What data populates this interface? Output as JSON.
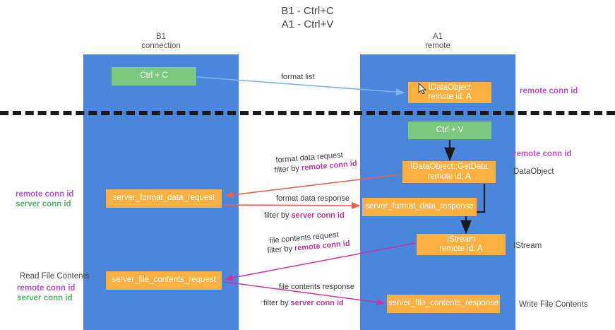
{
  "title": {
    "line1": "B1 - Ctrl+C",
    "line2": "A1 - Ctrl+V"
  },
  "columns": {
    "left": {
      "name": "B1",
      "role": "connection"
    },
    "right": {
      "name": "A1",
      "role": "remote"
    }
  },
  "nodes": {
    "ctrl_c": {
      "label": "Ctrl + C",
      "color": "#7bc97f"
    },
    "idataobject": {
      "line1": "IDataObject",
      "line2": "remote id: A",
      "color": "#fbb040"
    },
    "ctrl_v": {
      "label": "Ctrl + V",
      "color": "#7bc97f"
    },
    "getdata": {
      "line1": "IDataObject::GetData",
      "line2": "remote id: A",
      "color": "#fbb040"
    },
    "server_format_data_request": {
      "label": "server_format_data_request",
      "color": "#fbb040"
    },
    "server_format_data_response": {
      "label": "server_format_data_response",
      "color": "#fbb040"
    },
    "istream": {
      "line1": "IStream",
      "line2": "remote id: A",
      "color": "#fbb040"
    },
    "server_file_contents_request": {
      "label": "server_file_contents_request",
      "color": "#fbb040"
    },
    "server_file_contents_response": {
      "label": "server_file_contents_response",
      "color": "#fbb040"
    }
  },
  "edges": {
    "format_list": {
      "label": "format list"
    },
    "format_data_request": {
      "label": "format data request",
      "filter_prefix": "filter by ",
      "filter_key": "remote conn id"
    },
    "format_data_response": {
      "label": "format data response",
      "filter_prefix": "filter by ",
      "filter_key": "server conn id"
    },
    "file_contents_request": {
      "label": "file contents request",
      "filter_prefix": "filter by ",
      "filter_key": "remote conn id"
    },
    "file_contents_response": {
      "label": "file contents response",
      "filter_prefix": "filter by ",
      "filter_key": "server conn id"
    }
  },
  "right_labels": {
    "remote_conn_id_top": "remote conn id",
    "remote_conn_id_mid": "remote conn id",
    "dataobject": "DataObject",
    "istream": "IStream",
    "write_file_contents": "Write File Contents"
  },
  "left_labels": {
    "remote_conn_id_1": "remote conn id",
    "server_conn_id_1": "server conn id",
    "read_file_contents": "Read File Contents",
    "remote_conn_id_2": "remote conn id",
    "server_conn_id_2": "server conn id"
  },
  "colors": {
    "column_blue": "#4a86db",
    "node_green": "#7bc97f",
    "node_orange": "#fbb040",
    "purple": "#b552cf",
    "green_text": "#56b36b",
    "arrow_red": "#e8604c",
    "arrow_magenta": "#cc33aa",
    "arrow_blue": "#7cb3e8",
    "arrow_black": "#1a1a1a",
    "divider": "#1a1a1a",
    "background": "#ffffff"
  }
}
